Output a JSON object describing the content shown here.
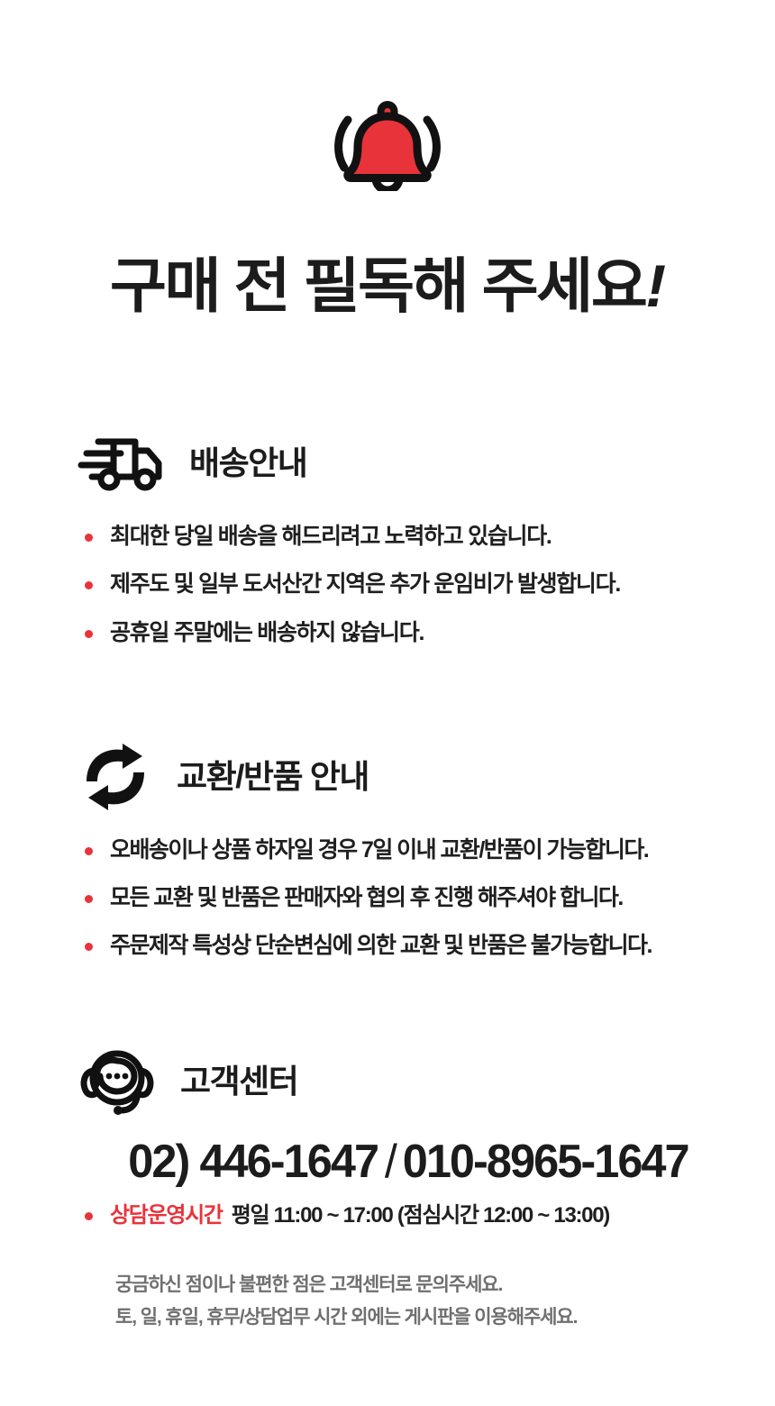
{
  "page": {
    "background_color": "#ffffff",
    "accent_red": "#e8333a",
    "text_color": "#1f1f1f",
    "muted_color": "#6f6f6f"
  },
  "hero": {
    "bell_icon": "bell-icon",
    "title_main": "구매 전 필독해 주세요",
    "title_bang": "!"
  },
  "sections": {
    "delivery": {
      "icon": "delivery-truck-icon",
      "title": "배송안내",
      "bullets": [
        "최대한 당일 배송을 해드리려고 노력하고 있습니다.",
        "제주도 및 일부 도서산간 지역은 추가 운임비가 발생합니다.",
        "공휴일 주말에는 배송하지 않습니다."
      ]
    },
    "exchange": {
      "icon": "exchange-arrows-icon",
      "title": "교환/반품 안내",
      "bullets": [
        "오배송이나 상품 하자일 경우 7일 이내 교환/반품이 가능합니다.",
        "모든 교환 및 반품은 판매자와 협의 후 진행 해주셔야 합니다.",
        "주문제작 특성상 단순변심에 의한 교환 및 반품은 불가능합니다."
      ]
    },
    "support": {
      "icon": "headset-support-icon",
      "title": "고객센터",
      "phone_primary": "02) 446-1647",
      "phone_separator": "/",
      "phone_secondary": "010-8965-1647",
      "hours_label": "상담운영시간",
      "hours_value": "평일 11:00 ~ 17:00 (점심시간 12:00 ~ 13:00)",
      "footnote_line1": "궁금하신 점이나 불편한 점은 고객센터로 문의주세요.",
      "footnote_line2": "토, 일, 휴일, 휴무/상담업무 시간 외에는 게시판을 이용해주세요."
    }
  }
}
